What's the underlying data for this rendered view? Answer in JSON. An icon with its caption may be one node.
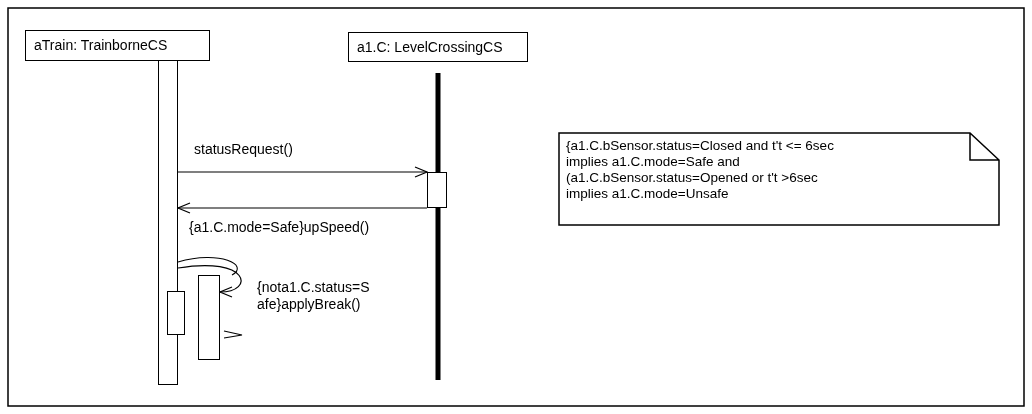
{
  "diagram": {
    "nodes": [
      {
        "text": [
          "aTrain: TrainborneCS"
        ]
      },
      {
        "text": [
          "a1.C: LevelCrossingCS"
        ]
      },
      {
        "text": [],
        "shape": "bar"
      },
      {
        "text": [],
        "shape": "bar"
      },
      {
        "text": [],
        "shape": "bar"
      },
      {
        "text": [],
        "shape": "bar"
      },
      {
        "text": [
          "{a1.C.bSensor.status=Closed and t't <= 6sec implies a1.C.mode=Safe and (a1.C.bSensor.status=Opened or t't >6sec implies a1.C.mode=Unsafe"
        ]
      }
    ],
    "edges": [
      {
        "from": 2,
        "to": 3,
        "arrow": "to",
        "label": "statusRequest()"
      },
      {
        "from": 3,
        "to": 2,
        "arrow": "to",
        "label": "{a1.C.mode=Safe}upSpeed()"
      },
      {
        "from": 2,
        "to": 5,
        "arrow": "to",
        "label": "{nota1.C.status=S afe}applyBreak()"
      }
    ]
  }
}
